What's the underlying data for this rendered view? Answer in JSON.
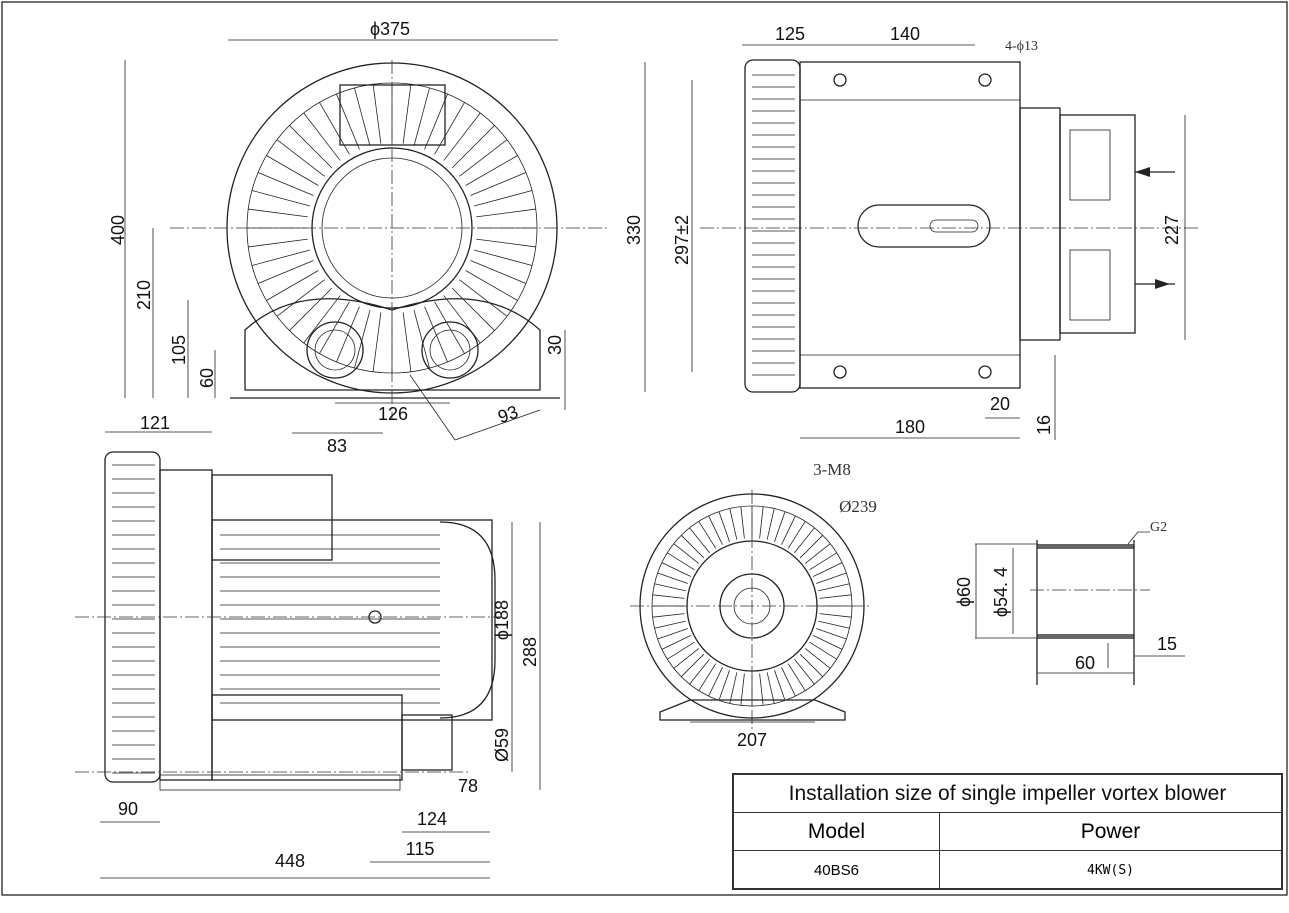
{
  "front_view": {
    "d375": "ϕ375",
    "h400": "400",
    "h210": "210",
    "h105": "105",
    "h60": "60",
    "h30": "30",
    "w126": "126",
    "w83": "83",
    "r93": "93"
  },
  "side_view": {
    "w125": "125",
    "w140": "140",
    "holes": "4-ϕ13",
    "h330": "330",
    "h297": "297±2",
    "h227": "227",
    "w180": "180",
    "w20": "20",
    "h16": "16"
  },
  "top_view": {
    "w121": "121",
    "d188": "ϕ188",
    "h288": "288",
    "d59": "Ø59",
    "w78": "78",
    "w90": "90",
    "w124": "124",
    "w115": "115",
    "w448": "448"
  },
  "rear_view": {
    "bolts": "3-M8",
    "d239": "Ø239",
    "w207": "207"
  },
  "pipe_view": {
    "thread": "G2",
    "d60": "ϕ60",
    "d54": "ϕ54. 4",
    "l60": "60",
    "l15": "15"
  },
  "table": {
    "title": "Installation size of single impeller vortex blower",
    "headers": [
      "Model",
      "Power"
    ],
    "rows": [
      [
        "40BS6",
        "4KW(S)"
      ]
    ]
  }
}
